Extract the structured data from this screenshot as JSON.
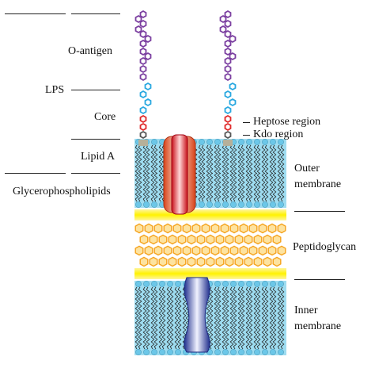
{
  "labels": {
    "o_antigen": "O-antigen",
    "lps": "LPS",
    "core": "Core",
    "lipid_a": "Lipid A",
    "glycerophospholipids": "Glycerophospholipids",
    "heptose_region": "Heptose region",
    "kdo_region": "Kdo region",
    "outer_membrane": "Outer membrane",
    "peptidoglycan": "Peptidoglycan",
    "inner_membrane": "Inner membrane"
  },
  "colors": {
    "o_antigen_sugar": "#7b3fa0",
    "core_sugar": "#29a8e0",
    "heptose_sugar": "#e02a2a",
    "kdo_sugar": "#555555",
    "membrane_band": "#9edcf0",
    "lipid_tail": "#222222",
    "peptidoglycan_band": "#fff200",
    "peptidoglycan_hex": "#f5a21b",
    "outer_porin": "#e8501e",
    "inner_protein": "#2a3a9a"
  }
}
